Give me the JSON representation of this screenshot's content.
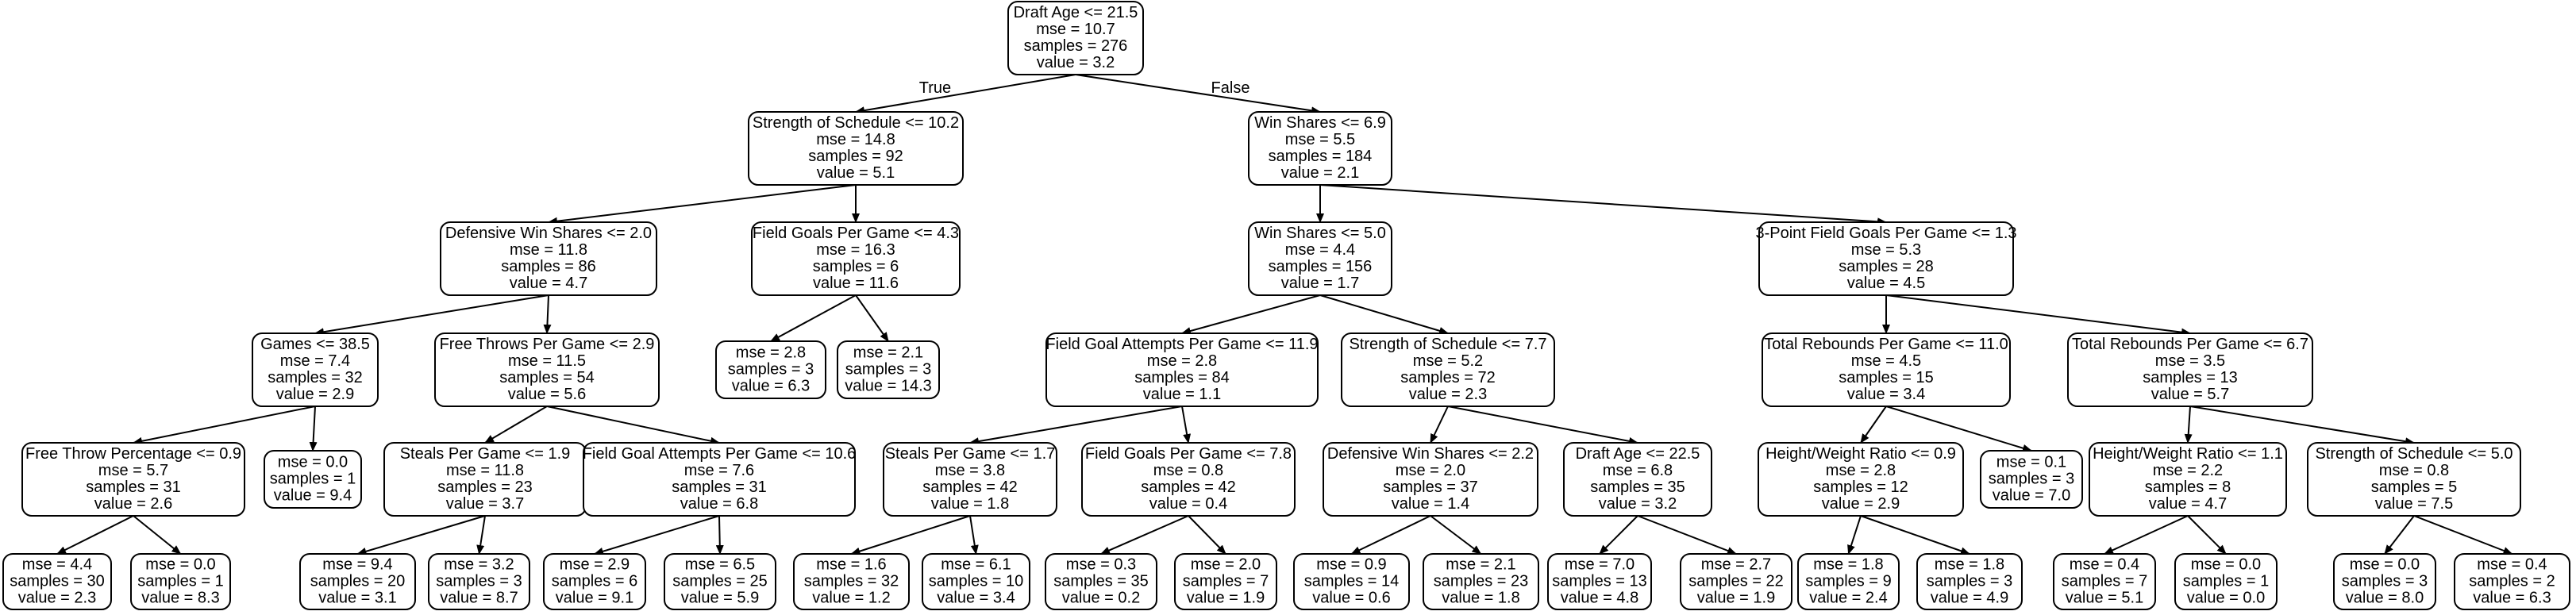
{
  "tree": {
    "nodes": [
      {
        "id": "n0",
        "lines": [
          "Draft Age <= 21.5",
          "mse = 10.7",
          "samples = 276",
          "value = 3.2"
        ]
      },
      {
        "id": "n1",
        "lines": [
          "Strength of Schedule <= 10.2",
          "mse = 14.8",
          "samples = 92",
          "value = 5.1"
        ]
      },
      {
        "id": "n2",
        "lines": [
          "Win Shares <= 6.9",
          "mse = 5.5",
          "samples = 184",
          "value = 2.1"
        ]
      },
      {
        "id": "n3",
        "lines": [
          "Defensive Win Shares <= 2.0",
          "mse = 11.8",
          "samples = 86",
          "value = 4.7"
        ]
      },
      {
        "id": "n4",
        "lines": [
          "Field Goals Per Game <= 4.3",
          "mse = 16.3",
          "samples = 6",
          "value = 11.6"
        ]
      },
      {
        "id": "n5",
        "lines": [
          "Win Shares <= 5.0",
          "mse = 4.4",
          "samples = 156",
          "value = 1.7"
        ]
      },
      {
        "id": "n6",
        "lines": [
          "3-Point Field Goals Per Game <= 1.3",
          "mse = 5.3",
          "samples = 28",
          "value = 4.5"
        ]
      },
      {
        "id": "n7",
        "lines": [
          "Games <= 38.5",
          "mse = 7.4",
          "samples = 32",
          "value = 2.9"
        ]
      },
      {
        "id": "n8",
        "lines": [
          "Free Throws Per Game <= 2.9",
          "mse = 11.5",
          "samples = 54",
          "value = 5.6"
        ]
      },
      {
        "id": "n9",
        "lines": [
          "mse = 2.8",
          "samples = 3",
          "value = 6.3"
        ]
      },
      {
        "id": "n10",
        "lines": [
          "mse = 2.1",
          "samples = 3",
          "value = 14.3"
        ]
      },
      {
        "id": "n11",
        "lines": [
          "Field Goal Attempts Per Game <= 11.9",
          "mse = 2.8",
          "samples = 84",
          "value = 1.1"
        ]
      },
      {
        "id": "n12",
        "lines": [
          "Strength of Schedule <= 7.7",
          "mse = 5.2",
          "samples = 72",
          "value = 2.3"
        ]
      },
      {
        "id": "n13",
        "lines": [
          "Total Rebounds Per Game <= 11.0",
          "mse = 4.5",
          "samples = 15",
          "value = 3.4"
        ]
      },
      {
        "id": "n14",
        "lines": [
          "Total Rebounds Per Game <= 6.7",
          "mse = 3.5",
          "samples = 13",
          "value = 5.7"
        ]
      },
      {
        "id": "n15",
        "lines": [
          "Free Throw Percentage <= 0.9",
          "mse = 5.7",
          "samples = 31",
          "value = 2.6"
        ]
      },
      {
        "id": "n16",
        "lines": [
          "mse = 0.0",
          "samples = 1",
          "value = 9.4"
        ]
      },
      {
        "id": "n17",
        "lines": [
          "Steals Per Game <= 1.9",
          "mse = 11.8",
          "samples = 23",
          "value = 3.7"
        ]
      },
      {
        "id": "n18",
        "lines": [
          "Field Goal Attempts Per Game <= 10.6",
          "mse = 7.6",
          "samples = 31",
          "value = 6.8"
        ]
      },
      {
        "id": "n19",
        "lines": [
          "Steals Per Game <= 1.7",
          "mse = 3.8",
          "samples = 42",
          "value = 1.8"
        ]
      },
      {
        "id": "n20",
        "lines": [
          "Field Goals Per Game <= 7.8",
          "mse = 0.8",
          "samples = 42",
          "value = 0.4"
        ]
      },
      {
        "id": "n21",
        "lines": [
          "Defensive Win Shares <= 2.2",
          "mse = 2.0",
          "samples = 37",
          "value = 1.4"
        ]
      },
      {
        "id": "n22",
        "lines": [
          "Draft Age <= 22.5",
          "mse = 6.8",
          "samples = 35",
          "value = 3.2"
        ]
      },
      {
        "id": "n23",
        "lines": [
          "Height/Weight Ratio <= 0.9",
          "mse = 2.8",
          "samples = 12",
          "value = 2.9"
        ]
      },
      {
        "id": "n24",
        "lines": [
          "mse = 0.1",
          "samples = 3",
          "value = 7.0"
        ]
      },
      {
        "id": "n25",
        "lines": [
          "Height/Weight Ratio <= 1.1",
          "mse = 2.2",
          "samples = 8",
          "value = 4.7"
        ]
      },
      {
        "id": "n26",
        "lines": [
          "Strength of Schedule <= 5.0",
          "mse = 0.8",
          "samples = 5",
          "value = 7.5"
        ]
      },
      {
        "id": "n27",
        "lines": [
          "mse = 4.4",
          "samples = 30",
          "value = 2.3"
        ]
      },
      {
        "id": "n28",
        "lines": [
          "mse = 0.0",
          "samples = 1",
          "value = 8.3"
        ]
      },
      {
        "id": "n29",
        "lines": [
          "mse = 9.4",
          "samples = 20",
          "value = 3.1"
        ]
      },
      {
        "id": "n30",
        "lines": [
          "mse = 3.2",
          "samples = 3",
          "value = 8.7"
        ]
      },
      {
        "id": "n31",
        "lines": [
          "mse = 2.9",
          "samples = 6",
          "value = 9.1"
        ]
      },
      {
        "id": "n32",
        "lines": [
          "mse = 6.5",
          "samples = 25",
          "value = 5.9"
        ]
      },
      {
        "id": "n33",
        "lines": [
          "mse = 1.6",
          "samples = 32",
          "value = 1.2"
        ]
      },
      {
        "id": "n34",
        "lines": [
          "mse = 6.1",
          "samples = 10",
          "value = 3.4"
        ]
      },
      {
        "id": "n35",
        "lines": [
          "mse = 0.3",
          "samples = 35",
          "value = 0.2"
        ]
      },
      {
        "id": "n36",
        "lines": [
          "mse = 2.0",
          "samples = 7",
          "value = 1.9"
        ]
      },
      {
        "id": "n37",
        "lines": [
          "mse = 0.9",
          "samples = 14",
          "value = 0.6"
        ]
      },
      {
        "id": "n38",
        "lines": [
          "mse = 2.1",
          "samples = 23",
          "value = 1.8"
        ]
      },
      {
        "id": "n39",
        "lines": [
          "mse = 7.0",
          "samples = 13",
          "value = 4.8"
        ]
      },
      {
        "id": "n40",
        "lines": [
          "mse = 2.7",
          "samples = 22",
          "value = 1.9"
        ]
      },
      {
        "id": "n41",
        "lines": [
          "mse = 1.8",
          "samples = 9",
          "value = 2.4"
        ]
      },
      {
        "id": "n42",
        "lines": [
          "mse = 1.8",
          "samples = 3",
          "value = 4.9"
        ]
      },
      {
        "id": "n43",
        "lines": [
          "mse = 0.4",
          "samples = 7",
          "value = 5.1"
        ]
      },
      {
        "id": "n44",
        "lines": [
          "mse = 0.0",
          "samples = 1",
          "value = 0.0"
        ]
      },
      {
        "id": "n45",
        "lines": [
          "mse = 0.0",
          "samples = 3",
          "value = 8.0"
        ]
      },
      {
        "id": "n46",
        "lines": [
          "mse = 0.4",
          "samples = 2",
          "value = 6.3"
        ]
      }
    ],
    "edges": [
      {
        "from": "n0",
        "to": "n1",
        "label": "True"
      },
      {
        "from": "n0",
        "to": "n2",
        "label": "False"
      },
      {
        "from": "n1",
        "to": "n3"
      },
      {
        "from": "n1",
        "to": "n4"
      },
      {
        "from": "n2",
        "to": "n5"
      },
      {
        "from": "n2",
        "to": "n6"
      },
      {
        "from": "n3",
        "to": "n7"
      },
      {
        "from": "n3",
        "to": "n8"
      },
      {
        "from": "n4",
        "to": "n9"
      },
      {
        "from": "n4",
        "to": "n10"
      },
      {
        "from": "n5",
        "to": "n11"
      },
      {
        "from": "n5",
        "to": "n12"
      },
      {
        "from": "n6",
        "to": "n13"
      },
      {
        "from": "n6",
        "to": "n14"
      },
      {
        "from": "n7",
        "to": "n15"
      },
      {
        "from": "n7",
        "to": "n16"
      },
      {
        "from": "n8",
        "to": "n17"
      },
      {
        "from": "n8",
        "to": "n18"
      },
      {
        "from": "n11",
        "to": "n19"
      },
      {
        "from": "n11",
        "to": "n20"
      },
      {
        "from": "n12",
        "to": "n21"
      },
      {
        "from": "n12",
        "to": "n22"
      },
      {
        "from": "n13",
        "to": "n23"
      },
      {
        "from": "n13",
        "to": "n24"
      },
      {
        "from": "n14",
        "to": "n25"
      },
      {
        "from": "n14",
        "to": "n26"
      },
      {
        "from": "n15",
        "to": "n27"
      },
      {
        "from": "n15",
        "to": "n28"
      },
      {
        "from": "n17",
        "to": "n29"
      },
      {
        "from": "n17",
        "to": "n30"
      },
      {
        "from": "n18",
        "to": "n31"
      },
      {
        "from": "n18",
        "to": "n32"
      },
      {
        "from": "n19",
        "to": "n33"
      },
      {
        "from": "n19",
        "to": "n34"
      },
      {
        "from": "n20",
        "to": "n35"
      },
      {
        "from": "n20",
        "to": "n36"
      },
      {
        "from": "n21",
        "to": "n37"
      },
      {
        "from": "n21",
        "to": "n38"
      },
      {
        "from": "n22",
        "to": "n39"
      },
      {
        "from": "n22",
        "to": "n40"
      },
      {
        "from": "n23",
        "to": "n41"
      },
      {
        "from": "n23",
        "to": "n42"
      },
      {
        "from": "n25",
        "to": "n43"
      },
      {
        "from": "n25",
        "to": "n44"
      },
      {
        "from": "n26",
        "to": "n45"
      },
      {
        "from": "n26",
        "to": "n46"
      }
    ]
  }
}
